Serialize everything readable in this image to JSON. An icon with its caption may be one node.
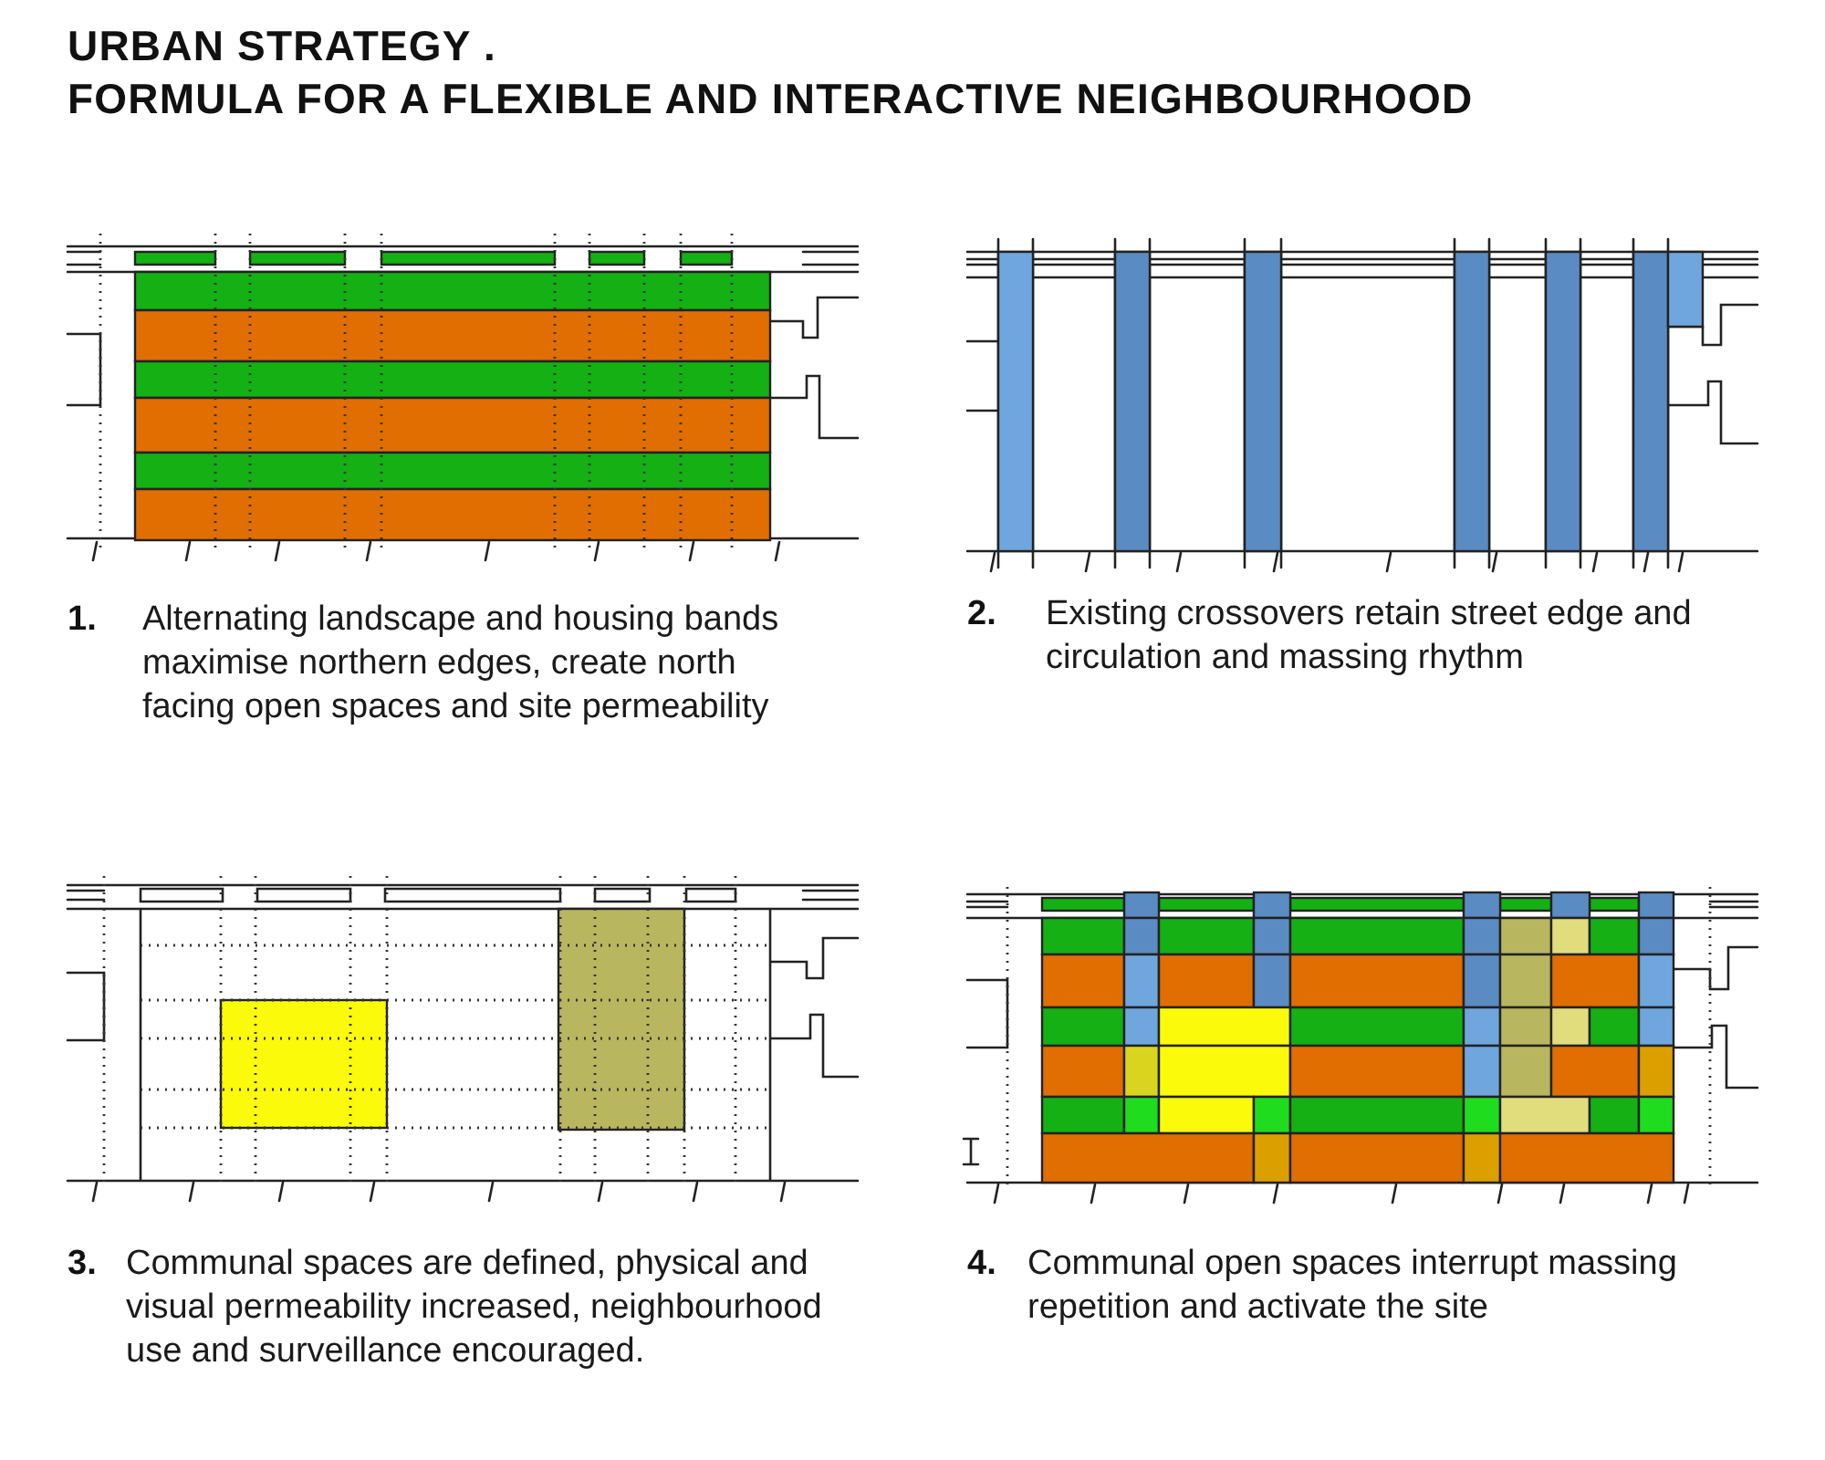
{
  "diagram": {
    "title": "URBAN STRATEGY .",
    "labels": [
      "FORMULA FOR A FLEXIBLE AND INTERACTIVE NEIGHBOURHOOD",
      "1.",
      "Alternating landscape and housing bands maximise northern edges, create north facing open spaces and site permeability",
      "2.",
      "Existing crossovers retain street edge and circulation and massing rhythm",
      "3.",
      "Communal spaces are defined, physical and visual permeability increased, neighbourhood use and surveillance encouraged.",
      "4.",
      "Communal open spaces interrupt massing repetition and activate the site"
    ]
  }
}
